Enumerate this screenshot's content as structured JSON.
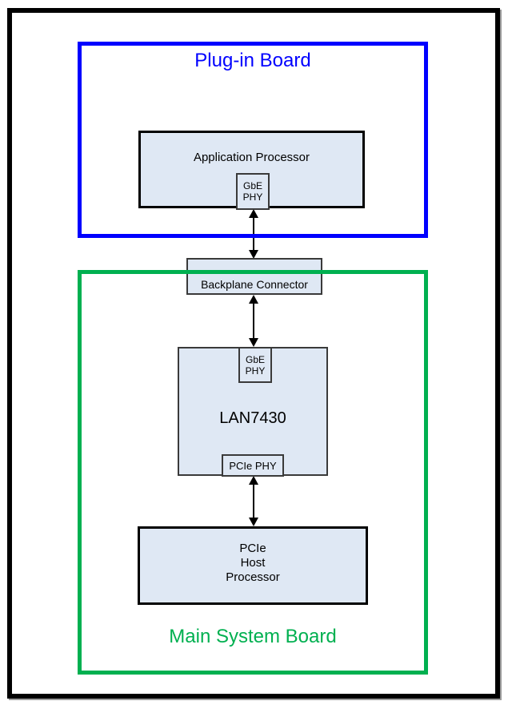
{
  "boards": {
    "plug_in": {
      "label": "Plug-in Board",
      "border_color": "#0000FF"
    },
    "main_system": {
      "label": "Main System Board",
      "border_color": "#00B050"
    }
  },
  "nodes": {
    "application_processor": {
      "label": "Application Processor"
    },
    "app_gbe_phy": {
      "lines": [
        "GbE",
        "PHY"
      ]
    },
    "backplane_connector": {
      "label": "Backplane Connector"
    },
    "lan7430": {
      "label": "LAN7430"
    },
    "lan_gbe_phy": {
      "lines": [
        "GbE",
        "PHY"
      ]
    },
    "lan_pcie_phy": {
      "label": "PCIe PHY"
    },
    "pcie_host_processor": {
      "lines": [
        "PCIe",
        "Host",
        "Processor"
      ]
    }
  },
  "connections": [
    {
      "from": "app_gbe_phy",
      "to": "backplane_connector",
      "type": "bidirectional"
    },
    {
      "from": "backplane_connector",
      "to": "lan_gbe_phy",
      "type": "bidirectional"
    },
    {
      "from": "lan_pcie_phy",
      "to": "pcie_host_processor",
      "type": "bidirectional"
    }
  ],
  "colors": {
    "board_blue": "#0000FF",
    "board_green": "#00B050",
    "box_fill": "#DFE8F4",
    "thin_border": "#3A3A3A",
    "thick_border": "#000000",
    "arrow": "#000000",
    "frame": "#000000"
  }
}
